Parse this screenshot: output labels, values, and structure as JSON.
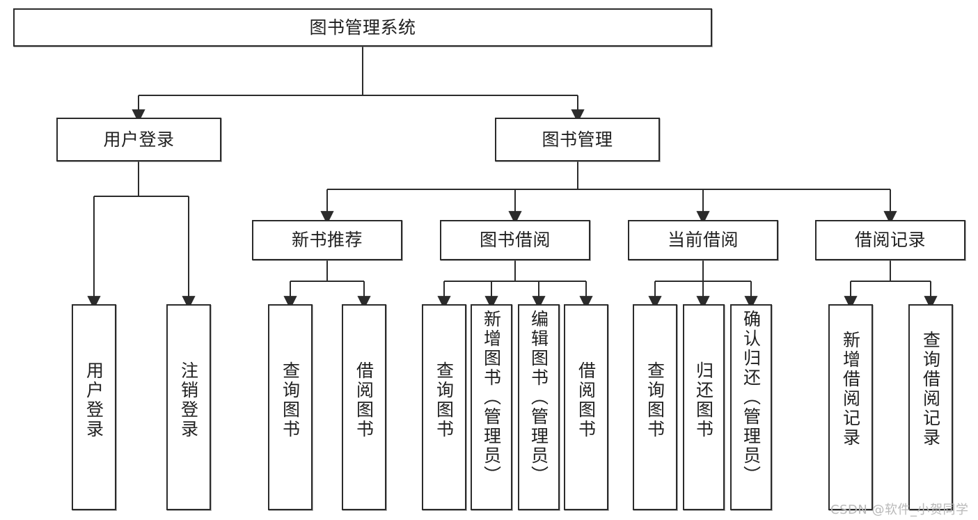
{
  "diagram": {
    "title": "图书管理系统",
    "type": "tree-hierarchy",
    "watermark": "CSDN @软件_小贺同学",
    "colors": {
      "box_border": "#2b2b2b",
      "box_fill": "#ffffff",
      "connector": "#2b2b2b",
      "text": "#1f1f1f",
      "watermark": "#b9b9b9",
      "background": "#ffffff"
    },
    "nodes": {
      "root": {
        "label": "图书管理系统"
      },
      "level2": [
        {
          "label": "用户登录"
        },
        {
          "label": "图书管理"
        }
      ],
      "level3": [
        {
          "label": "新书推荐"
        },
        {
          "label": "图书借阅"
        },
        {
          "label": "当前借阅"
        },
        {
          "label": "借阅记录"
        }
      ],
      "leaves": [
        {
          "label": "用户登录"
        },
        {
          "label": "注销登录"
        },
        {
          "label": "查询图书"
        },
        {
          "label": "借阅图书"
        },
        {
          "label": "查询图书"
        },
        {
          "label": "新增图书（管理员）"
        },
        {
          "label": "编辑图书（管理员）"
        },
        {
          "label": "借阅图书"
        },
        {
          "label": "查询图书"
        },
        {
          "label": "归还图书"
        },
        {
          "label": "确认归还（管理员）"
        },
        {
          "label": "新增借阅记录"
        },
        {
          "label": "查询借阅记录"
        }
      ]
    }
  },
  "chart_data": {
    "type": "tree",
    "title": "图书管理系统",
    "orientation": "top-down",
    "tree": {
      "label": "图书管理系统",
      "children": [
        {
          "label": "用户登录",
          "children": [
            {
              "label": "用户登录"
            },
            {
              "label": "注销登录"
            }
          ]
        },
        {
          "label": "图书管理",
          "children": [
            {
              "label": "新书推荐",
              "children": [
                {
                  "label": "查询图书"
                },
                {
                  "label": "借阅图书"
                }
              ]
            },
            {
              "label": "图书借阅",
              "children": [
                {
                  "label": "查询图书"
                },
                {
                  "label": "新增图书（管理员）"
                },
                {
                  "label": "编辑图书（管理员）"
                },
                {
                  "label": "借阅图书"
                }
              ]
            },
            {
              "label": "当前借阅",
              "children": [
                {
                  "label": "查询图书"
                },
                {
                  "label": "归还图书"
                },
                {
                  "label": "确认归还（管理员）"
                }
              ]
            },
            {
              "label": "借阅记录",
              "children": [
                {
                  "label": "新增借阅记录"
                },
                {
                  "label": "查询借阅记录"
                }
              ]
            }
          ]
        }
      ]
    }
  }
}
